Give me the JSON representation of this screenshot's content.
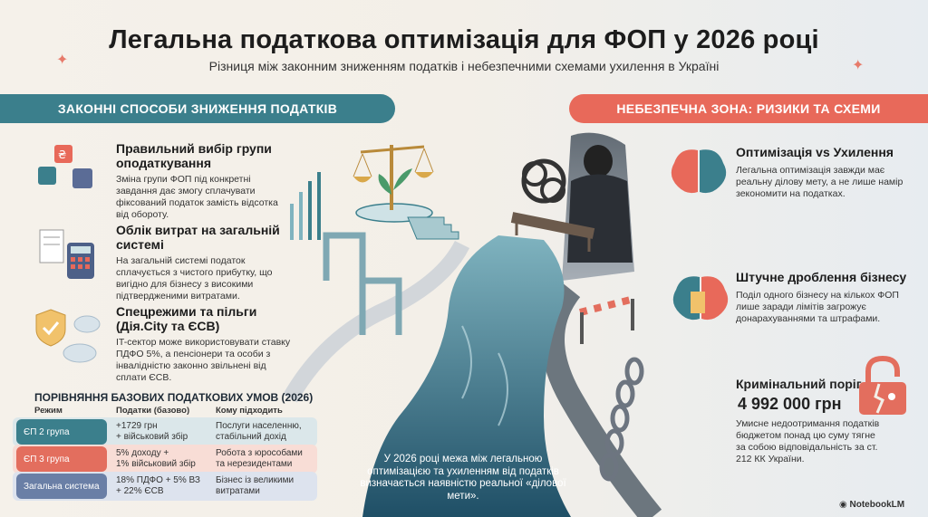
{
  "header": {
    "title": "Легальна податкова оптимізація для ФОП у 2026 році",
    "subtitle": "Різниця між законним зниженням податків і небезпечними схемами ухилення в Україні"
  },
  "left": {
    "banner": "ЗАКОННІ СПОСОБИ ЗНИЖЕННЯ ПОДАТКІВ",
    "items": [
      {
        "title": "Правильний вибір групи оподаткування",
        "text": "Зміна групи ФОП під конкретні завдання дає змогу сплачувати фіксований податок замість відсотка від обороту.",
        "icon": "cubes-icon"
      },
      {
        "title": "Облік витрат на загальній системі",
        "text": "На загальній системі податок сплачується з чистого прибутку, що вигідно для бізнесу з високими підтвердженими витратами.",
        "icon": "calculator-icon"
      },
      {
        "title": "Спецрежими та пільги (Дія.City та ЄСВ)",
        "text": "IT-сектор може використовувати ставку ПДФО 5%, а пенсіонери та особи з інвалідністю законно звільнені від сплати ЄСВ.",
        "icon": "shield-cloud-icon"
      }
    ]
  },
  "table": {
    "title": "ПОРІВНЯННЯ БАЗОВИХ ПОДАТКОВИХ УМОВ (2026)",
    "headers": [
      "Режим",
      "Податки (базово)",
      "Кому підходить"
    ],
    "rows": [
      {
        "mode": "ЄП 2 група",
        "taxes": "+1729 грн\n+ військовий збір",
        "who": "Послуги населенню,\nстабільний дохід",
        "color": "#3b7f8c",
        "bg": "#dbe7ea"
      },
      {
        "mode": "ЄП 3 група",
        "taxes": "5% доходу +\n1% військовий збір",
        "who": "Робота з юрособами\nта нерезидентами",
        "color": "#e36e5e",
        "bg": "#f8ddd6"
      },
      {
        "mode": "Загальна система",
        "taxes": "18% ПДФО + 5% ВЗ\n+ 22% ЄСВ",
        "who": "Бізнес із великими\nвитратами",
        "color": "#6a7fa6",
        "bg": "#dde3ee"
      }
    ]
  },
  "right": {
    "banner": "НЕБЕЗПЕЧНА ЗОНА: РИЗИКИ ТА СХЕМИ",
    "items": [
      {
        "title": "Оптимізація vs Ухилення",
        "text": "Легальна оптимізація завжди має реальну ділову мету, а не лише намір зекономити на податках.",
        "icon": "brain-icon"
      },
      {
        "title": "Штучне дроблення бізнесу",
        "text": "Поділ одного бізнесу на кількох ФОП лише заради лімітів загрожує донарахуваннями та штрафами.",
        "icon": "split-building-icon"
      }
    ],
    "criminal": {
      "label": "Кримінальний поріг –",
      "amount": "4 992 000 грн",
      "text": "Умисне недоотримання податків бюджетом понад цю суму тягне за собою відповідальність за ст. 212 КК України.",
      "icon": "broken-lock-icon"
    }
  },
  "river_text": "У 2026 році межа між легальною оптимізацією та ухиленням від податків визначається наявністю реальної «ділової мети».",
  "watermark": "NotebookLM",
  "colors": {
    "teal": "#3b7f8c",
    "coral": "#e8695a",
    "river": "#2f6b7e"
  }
}
